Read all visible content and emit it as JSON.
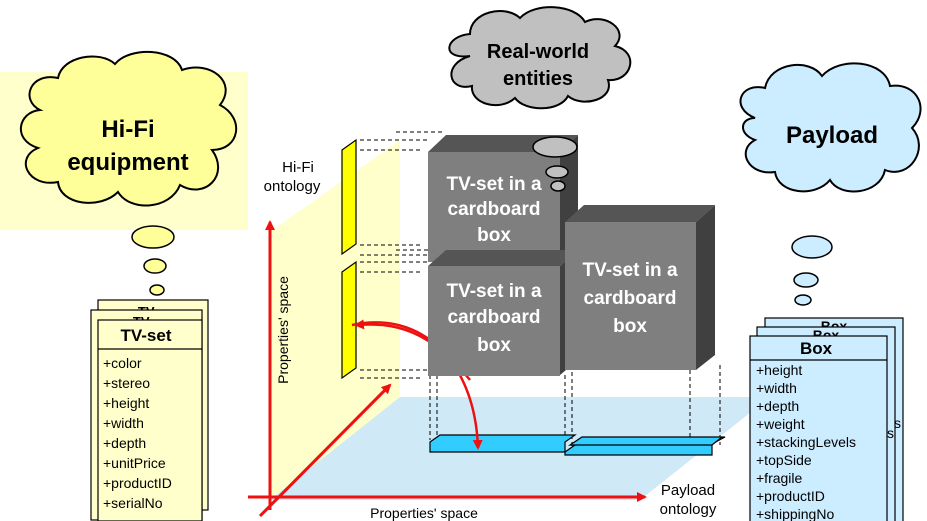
{
  "clouds": {
    "hifi": {
      "line1": "Hi-Fi",
      "line2": "equipment"
    },
    "real_world": {
      "line1": "Real-world",
      "line2": "entities"
    },
    "payload": {
      "line1": "Payload"
    }
  },
  "axes": {
    "vertical_label": "Properties' space",
    "horizontal_label": "Properties' space",
    "hifi_ontology": {
      "line1": "Hi-Fi",
      "line2": "ontology"
    },
    "payload_ontology": {
      "line1": "Payload",
      "line2": "ontology"
    }
  },
  "boxes": {
    "top": {
      "line1": "TV-set in a",
      "line2": "cardboard",
      "line3": "box"
    },
    "middle": {
      "line1": "TV-set in a",
      "line2": "cardboard",
      "line3": "box"
    },
    "right": {
      "line1": "TV-set in a",
      "line2": "cardboard",
      "line3": "box"
    }
  },
  "tvset_class": {
    "back_title_1": "TV-",
    "back_title_2": "TV-",
    "title": "TV-set",
    "attributes": [
      "+color",
      "+stereo",
      "+height",
      "+width",
      "+depth",
      "+unitPrice",
      "+productID",
      "+serialNo"
    ]
  },
  "box_class": {
    "back_title_1": "Box",
    "back_title_2": "Box",
    "title": "Box",
    "attributes": [
      "+height",
      "+width",
      "+depth",
      "+weight",
      "+stackingLevels",
      "+topSide",
      "+fragile",
      "+productID",
      "+shippingNo"
    ],
    "peek_1": "s",
    "peek_2": "s"
  },
  "colors": {
    "hifi_cloud": "#ffff99",
    "hifi_plane": "#ffffcc",
    "payload_cloud": "#ccecff",
    "payload_plane": "#cfe9f7",
    "real_cloud": "#c0c0c0",
    "box_front": "#7f7f7f",
    "box_side": "#404040",
    "box_top": "#555555",
    "axis": "#ee1111",
    "hifi_bar": "#ffff00",
    "payload_bar": "#33ccff"
  }
}
